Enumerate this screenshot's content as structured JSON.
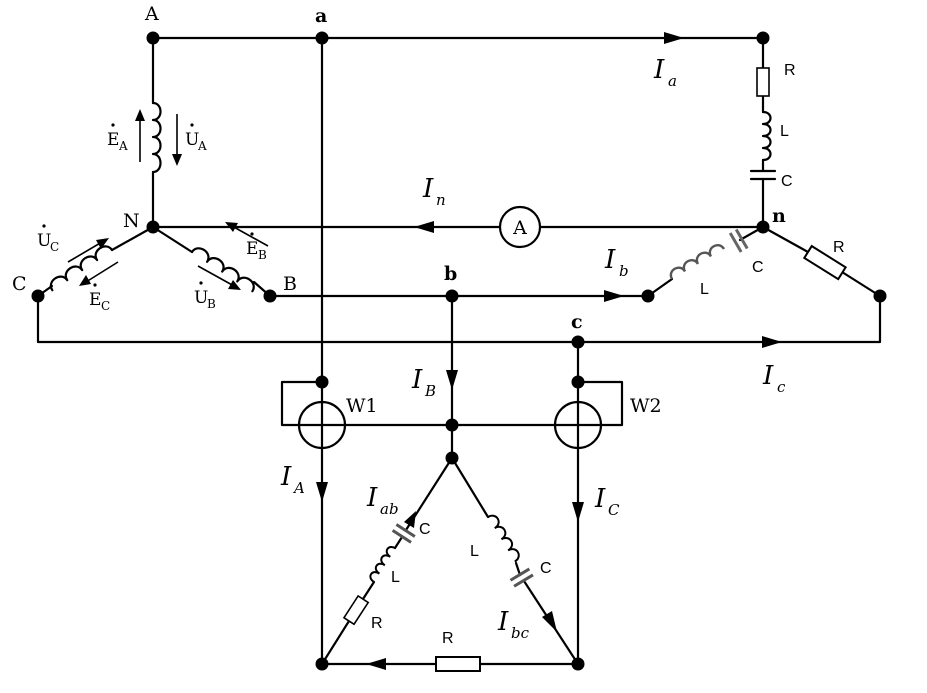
{
  "nodes": {
    "A": "A",
    "a": "a",
    "N": "N",
    "n": "n",
    "B": "B",
    "b": "b",
    "C": "C",
    "c": "c"
  },
  "meters": {
    "ammeter": "A",
    "w1": "W1",
    "w2": "W2"
  },
  "currents": {
    "Ia": {
      "main": "I",
      "sub": "a"
    },
    "In": {
      "main": "I",
      "sub": "n"
    },
    "Ib": {
      "main": "I",
      "sub": "b"
    },
    "Ic": {
      "main": "I",
      "sub": "c"
    },
    "IA": {
      "main": "I",
      "sub": "A"
    },
    "IB": {
      "main": "I",
      "sub": "B"
    },
    "IC": {
      "main": "I",
      "sub": "C"
    },
    "Iab": {
      "main": "I",
      "sub": "ab"
    },
    "Ibc": {
      "main": "I",
      "sub": "bc"
    }
  },
  "components": {
    "phase_a_R": "R",
    "phase_a_L": "L",
    "phase_a_C": "C",
    "phase_b_L": "L",
    "phase_b_C": "C",
    "phase_c_R": "R",
    "ab_C": "C",
    "ab_L": "L",
    "ab_R": "R",
    "bc_L": "L",
    "bc_C": "C",
    "ca_R": "R"
  },
  "sources": {
    "EA": {
      "main": "E",
      "sub": "A"
    },
    "UA": {
      "main": "U",
      "sub": "A"
    },
    "EB": {
      "main": "E",
      "sub": "B"
    },
    "UB": {
      "main": "U",
      "sub": "B"
    },
    "EC": {
      "main": "E",
      "sub": "C"
    },
    "UC": {
      "main": "U",
      "sub": "C"
    }
  }
}
